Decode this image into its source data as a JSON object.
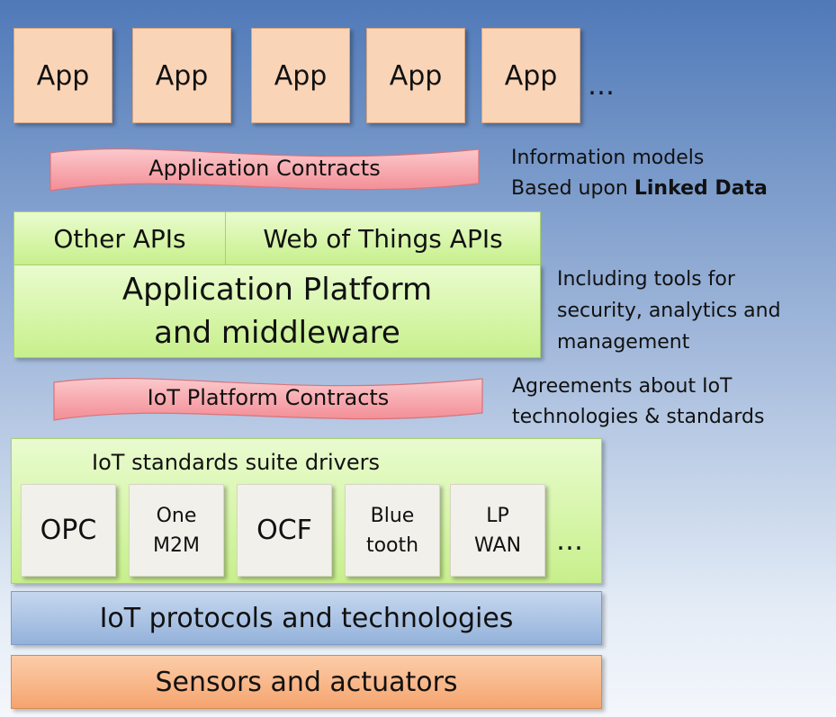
{
  "apps": [
    "App",
    "App",
    "App",
    "App",
    "App"
  ],
  "apps_more": "…",
  "application_contracts": {
    "label": "Application Contracts",
    "note_line1": "Information models",
    "note_line2_prefix": "Based upon ",
    "note_line2_bold": "Linked Data"
  },
  "platform": {
    "other_apis": "Other APIs",
    "wot_apis": "Web of Things APIs",
    "title_line1": "Application Platform",
    "title_line2": "and middleware",
    "note_lines": [
      "Including tools for",
      "security, analytics and",
      "management"
    ]
  },
  "iot_platform_contracts": {
    "label": "IoT Platform Contracts",
    "note_lines": [
      "Agreements about IoT",
      "technologies & standards"
    ]
  },
  "drivers": {
    "title": "IoT standards suite drivers",
    "items": [
      {
        "line1": "OPC",
        "line2": ""
      },
      {
        "line1": "One",
        "line2": "M2M"
      },
      {
        "line1": "OCF",
        "line2": ""
      },
      {
        "line1": "Blue",
        "line2": "tooth"
      },
      {
        "line1": "LP",
        "line2": "WAN"
      }
    ],
    "more": "…"
  },
  "protocols": "IoT protocols and technologies",
  "sensors": "Sensors and actuators",
  "colors": {
    "app": "#fad4b6",
    "ribbon": "#f7a0a6",
    "platform": "#d5f5a6",
    "protocols": "#a8c1e3",
    "sensors": "#f8b586"
  }
}
